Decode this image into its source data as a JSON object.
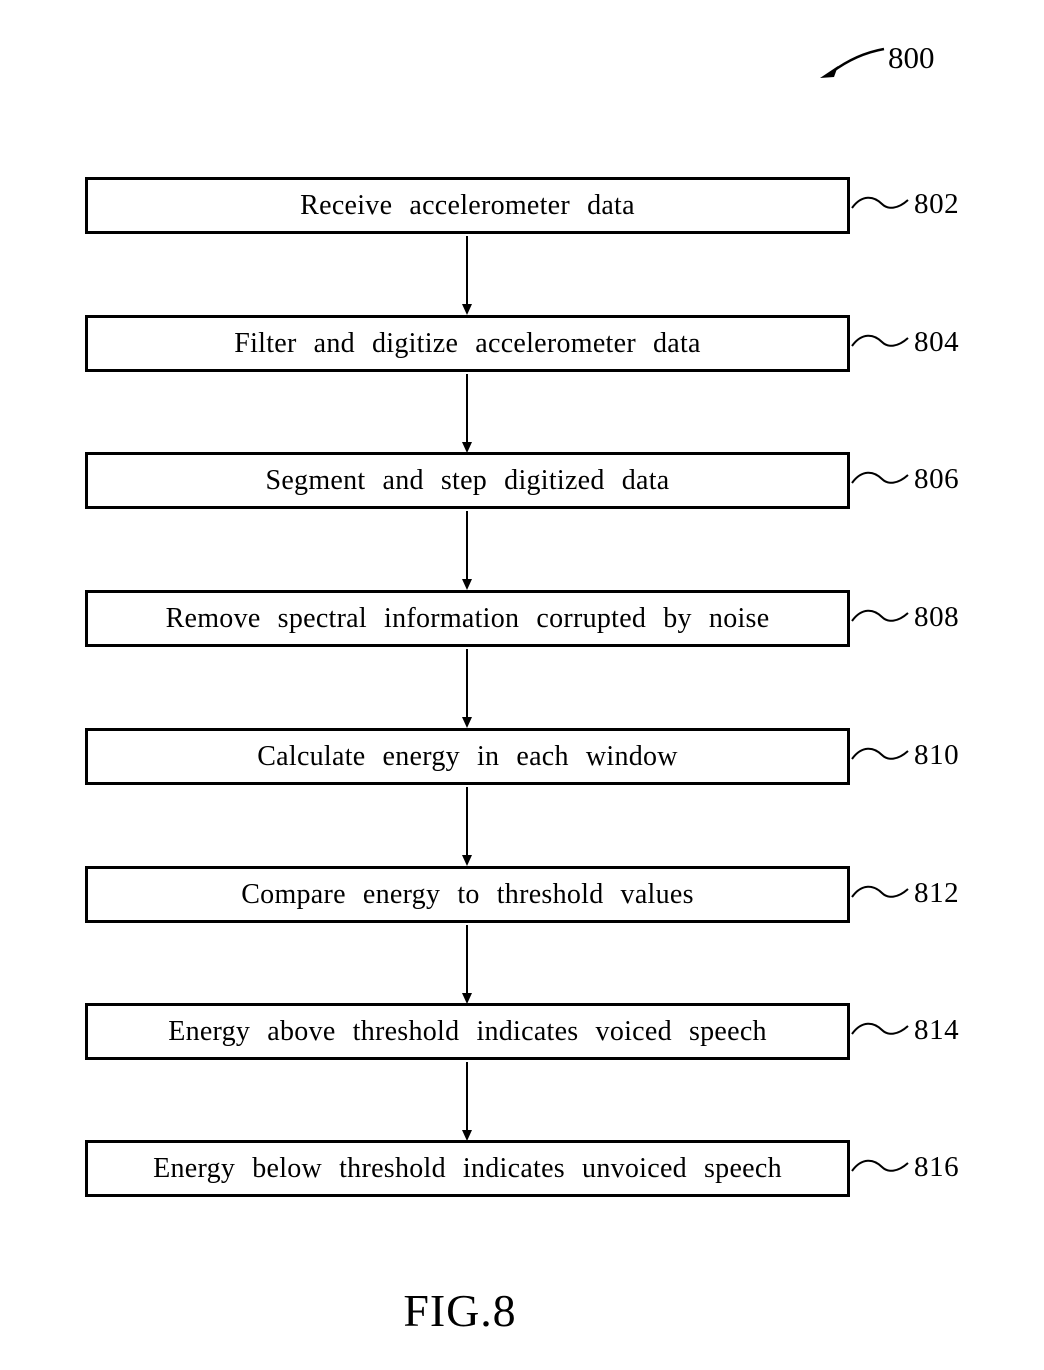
{
  "figure": {
    "diagram_ref": "800",
    "caption": "FIG.8"
  },
  "steps": [
    {
      "label": "Receive accelerometer data",
      "ref": "802"
    },
    {
      "label": "Filter and digitize accelerometer data",
      "ref": "804"
    },
    {
      "label": "Segment and step digitized data",
      "ref": "806"
    },
    {
      "label": "Remove spectral information corrupted by noise",
      "ref": "808"
    },
    {
      "label": "Calculate energy in each window",
      "ref": "810"
    },
    {
      "label": "Compare energy to threshold values",
      "ref": "812"
    },
    {
      "label": "Energy above threshold indicates voiced speech",
      "ref": "814"
    },
    {
      "label": "Energy below threshold indicates unvoiced speech",
      "ref": "816"
    }
  ]
}
